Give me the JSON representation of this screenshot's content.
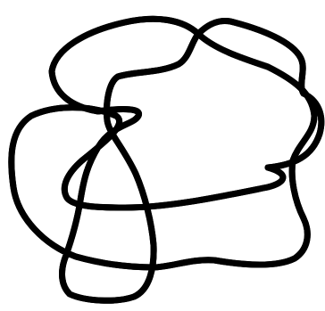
{
  "diagram": {
    "title": "",
    "kind": "knot-diagram",
    "stroke_color": "#000000",
    "fill_color": "#ffffff",
    "strand_style": "double-line",
    "crossing_count": 9
  }
}
